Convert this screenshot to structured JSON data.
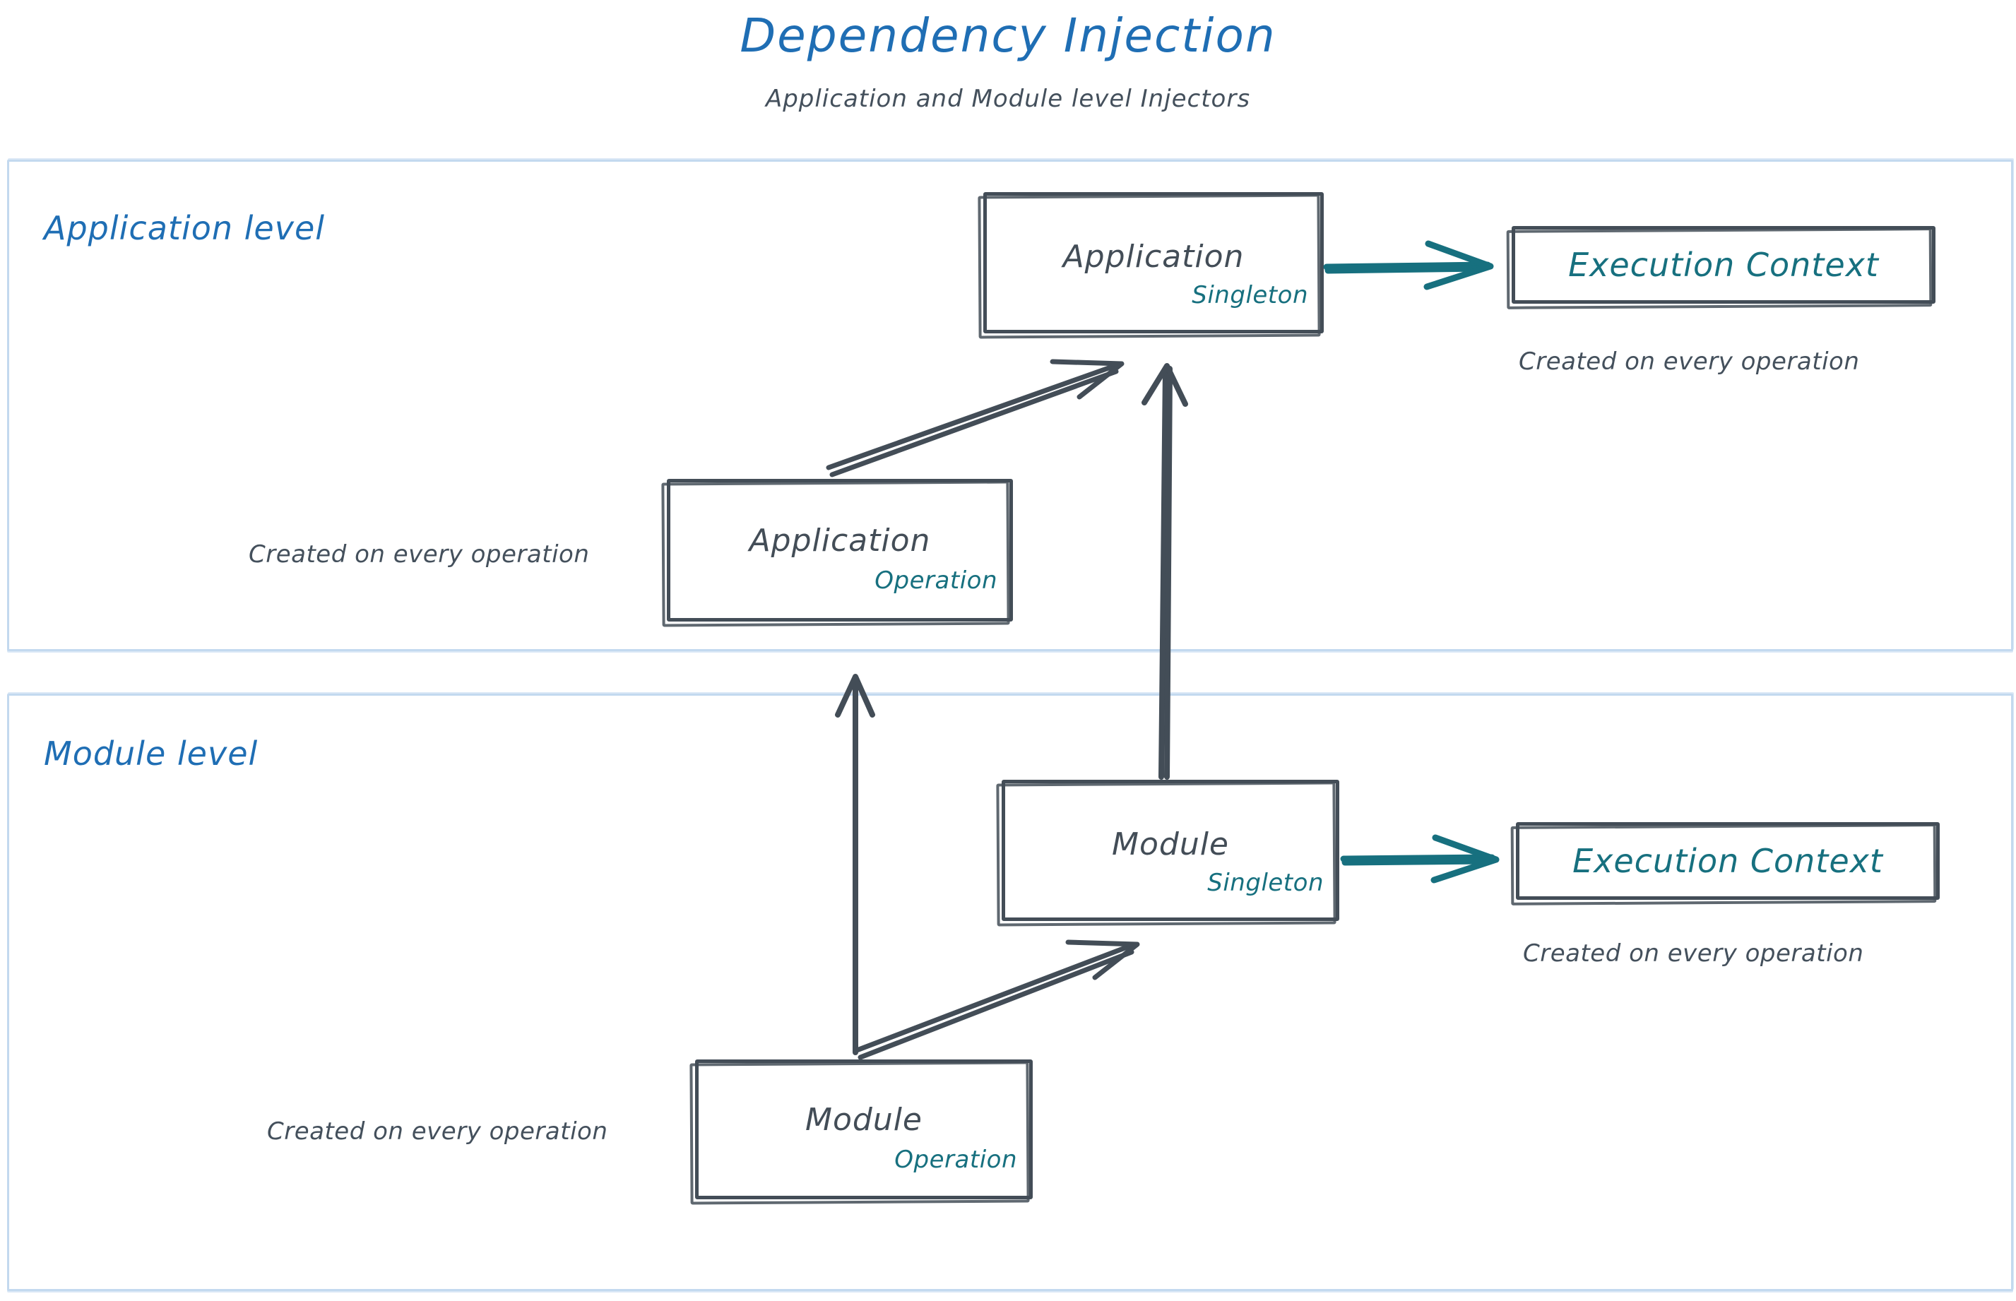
{
  "header": {
    "title": "Dependency Injection",
    "subtitle": "Application and Module level Injectors"
  },
  "colors": {
    "title_blue": "#1f6eb4",
    "panel_border": "#c3d9ef",
    "sketch_dark": "#434d57",
    "teal": "#17707f",
    "caption_gray": "#44505c",
    "background": "#ffffff"
  },
  "panels": [
    {
      "id": "application-level",
      "label": "Application level"
    },
    {
      "id": "module-level",
      "label": "Module level"
    }
  ],
  "nodes": {
    "application_singleton": {
      "title": "Application",
      "scope": "Singleton"
    },
    "application_operation": {
      "title": "Application",
      "scope": "Operation"
    },
    "module_singleton": {
      "title": "Module",
      "scope": "Singleton"
    },
    "module_operation": {
      "title": "Module",
      "scope": "Operation"
    },
    "execution_context_app": {
      "title": "Execution Context"
    },
    "execution_context_module": {
      "title": "Execution Context"
    }
  },
  "captions": {
    "app_exec_context": "Created on every operation",
    "app_operation": "Created on every operation",
    "module_exec_context": "Created on every operation",
    "module_operation": "Created on every operation"
  },
  "edges": [
    {
      "from": "application-singleton",
      "to": "execution-context-app",
      "style": "teal-arrow"
    },
    {
      "from": "application-operation",
      "to": "application-singleton",
      "style": "dark-arrow"
    },
    {
      "from": "module-singleton",
      "to": "application-singleton",
      "style": "dark-arrow"
    },
    {
      "from": "module-operation",
      "to": "application-operation",
      "style": "dark-arrow"
    },
    {
      "from": "module-operation",
      "to": "module-singleton",
      "style": "dark-arrow"
    },
    {
      "from": "module-singleton",
      "to": "execution-context-module",
      "style": "teal-arrow"
    }
  ]
}
